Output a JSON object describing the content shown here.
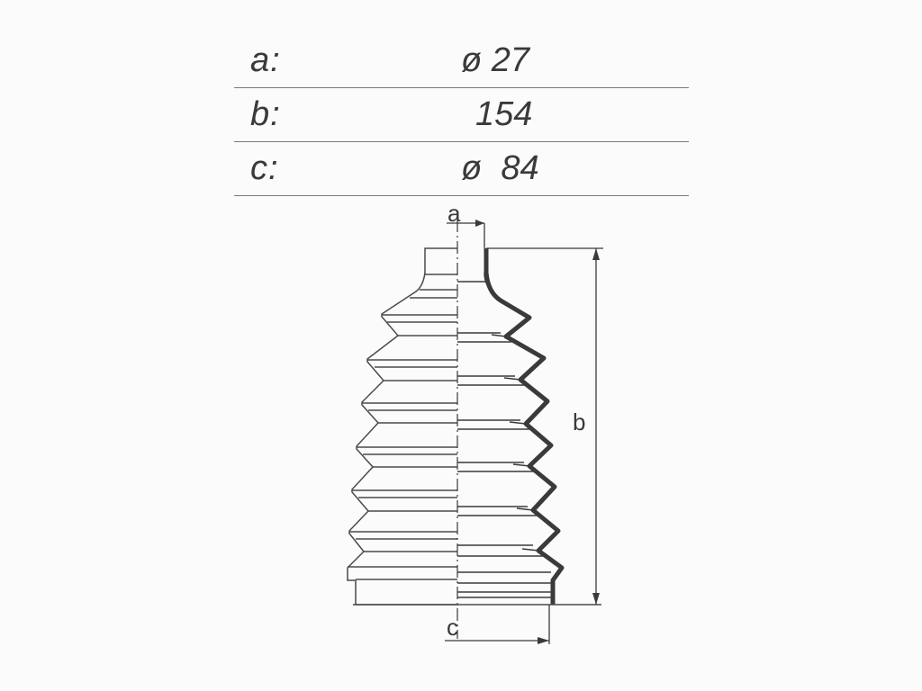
{
  "specs": [
    {
      "label": "a:",
      "value": "ø 27"
    },
    {
      "label": "b:",
      "value": "154"
    },
    {
      "label": "c:",
      "value": "ø  84"
    }
  ],
  "drawing": {
    "dim_a_letter": "a",
    "dim_b_letter": "b",
    "dim_c_letter": "c"
  }
}
